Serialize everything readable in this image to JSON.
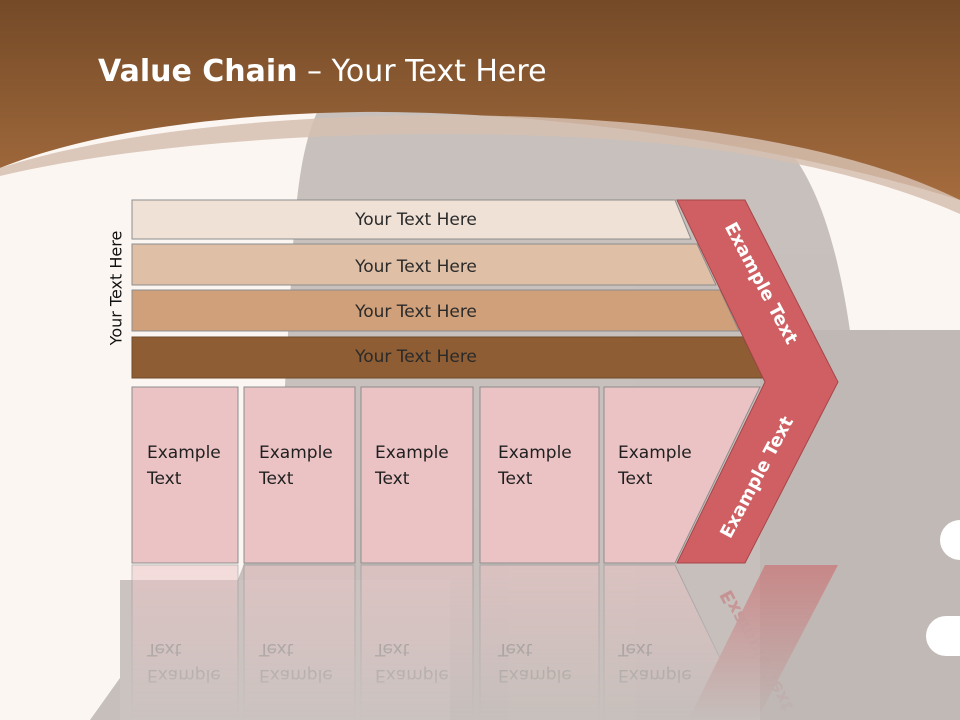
{
  "slide": {
    "title_bold": "Value Chain",
    "title_rest": " – Your Text Here",
    "side_label": "Your Text Here"
  },
  "bars": [
    {
      "label": "Your Text Here",
      "fill": "#efe1d6"
    },
    {
      "label": "Your Text Here",
      "fill": "#dfc0a6"
    },
    {
      "label": "Your Text Here",
      "fill": "#cfa07a"
    },
    {
      "label": "Your Text Here",
      "fill": "#8f5d33"
    }
  ],
  "columns": [
    {
      "line1": "Example",
      "line2": "Text"
    },
    {
      "line1": "Example",
      "line2": "Text"
    },
    {
      "line1": "Example",
      "line2": "Text"
    },
    {
      "line1": "Example",
      "line2": "Text"
    },
    {
      "line1": "Example",
      "line2": "Text"
    }
  ],
  "chevron": {
    "upper_label": "Example Text",
    "lower_label": "Example Text"
  },
  "colors": {
    "header_brown": "#8a5530",
    "column_pink": "#ebc3c4",
    "chevron_red": "#cf5f62"
  }
}
